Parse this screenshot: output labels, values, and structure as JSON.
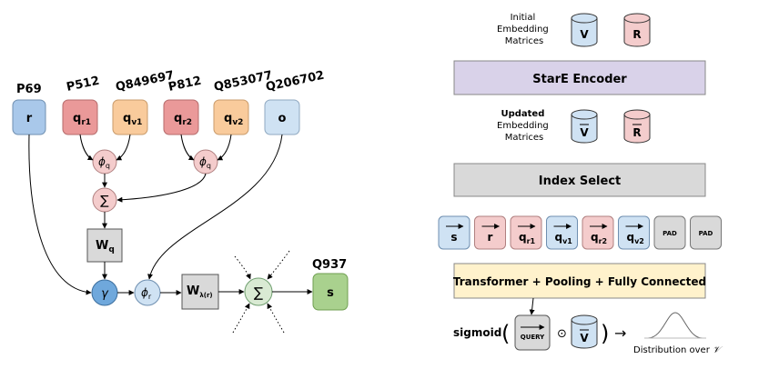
{
  "left": {
    "ids": {
      "r": "P69",
      "qr1": "P512",
      "qv1": "Q849697",
      "qr2": "P812",
      "qv2": "Q853077",
      "o": "Q206702",
      "s": "Q937"
    },
    "nodes": {
      "r": "r",
      "qr1_base": "q",
      "qr1_sub": "r1",
      "qv1_base": "q",
      "qv1_sub": "v1",
      "qr2_base": "q",
      "qr2_sub": "r2",
      "qv2_base": "q",
      "qv2_sub": "v2",
      "o": "o",
      "phi": "ϕ",
      "phi_q_sub": "q",
      "phi_r_sub": "r",
      "sum": "∑",
      "wq_base": "W",
      "wq_sub": "q",
      "wl_base": "W",
      "wl_sub": "λ(r)",
      "gamma": "γ",
      "s": "s"
    }
  },
  "right": {
    "initial_label": [
      "Initial",
      "Embedding",
      "Matrices"
    ],
    "updated_label": [
      "Updated",
      "Embedding",
      "Matrices"
    ],
    "matrix_v": "V",
    "matrix_r": "R",
    "encoder": "StarE Encoder",
    "index_select": "Index Select",
    "tokens": [
      {
        "base": "s",
        "sub": ""
      },
      {
        "base": "r",
        "sub": ""
      },
      {
        "base": "q",
        "sub": "r1"
      },
      {
        "base": "q",
        "sub": "v1"
      },
      {
        "base": "q",
        "sub": "r2"
      },
      {
        "base": "q",
        "sub": "v2"
      },
      {
        "base": "PAD",
        "sub": ""
      },
      {
        "base": "PAD",
        "sub": ""
      }
    ],
    "transformer": "Transformer + Pooling + Fully Connected",
    "sigmoid": "sigmoid",
    "query": "QUERY",
    "odot": "⊙",
    "arrow": "→",
    "distribution": "Distribution over",
    "distribution_symbol": "𝒱"
  },
  "colors": {
    "blue": "#a9c8ea",
    "light_blue": "#cfe2f3",
    "red": "#ea9999",
    "pink": "#f4cccc",
    "orange": "#f9cb9c",
    "green": "#a9d18e",
    "light_green": "#d9ead3",
    "gray": "#d9d9d9",
    "purple": "#d9d2e9",
    "yellow": "#fff2cc"
  }
}
